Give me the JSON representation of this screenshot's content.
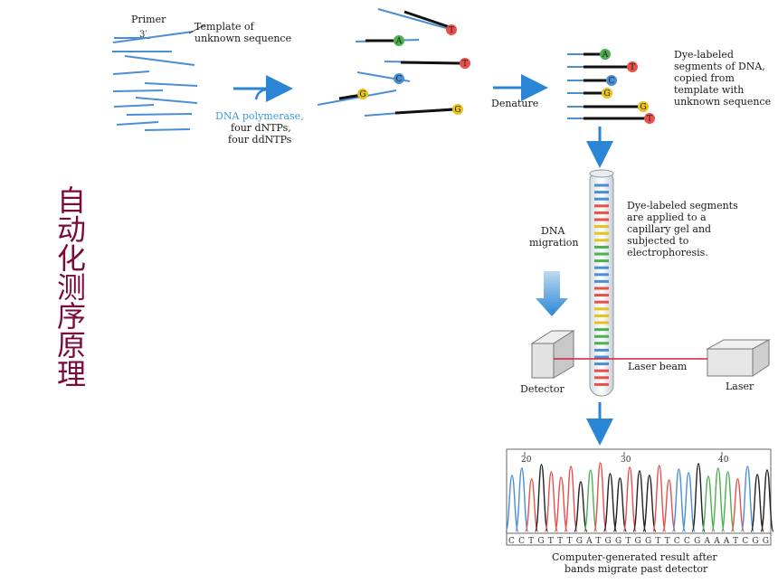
{
  "side_title": "自动化测序原理",
  "labels": {
    "primer": "Primer",
    "three_prime": "3′",
    "template_of": "Template of",
    "unknown_sequence": "unknown sequence",
    "dna_polymerase": "DNA polymerase,",
    "four_dntps": "four dNTPs,",
    "four_ddntps": "four ddNTPs",
    "denature": "Denature",
    "dye_labeled_1": "Dye-labeled",
    "dye_labeled_2": "segments of DNA,",
    "dye_labeled_3": "copied from",
    "dye_labeled_4": "template with",
    "dye_labeled_5": "unknown sequence",
    "applied_1": "Dye-labeled segments",
    "applied_2": "are applied to a",
    "applied_3": "capillary gel and",
    "applied_4": "subjected to",
    "applied_5": "electrophoresis.",
    "dna": "DNA",
    "migration": "migration",
    "detector": "Detector",
    "laser_beam": "Laser beam",
    "laser": "Laser",
    "result_1": "Computer-generated result after",
    "result_2": "bands migrate past detector"
  },
  "nucleotides": {
    "A": "A",
    "T": "T",
    "C": "C",
    "G": "G"
  },
  "trace": {
    "tick_labels": [
      "20",
      "30",
      "40"
    ],
    "sequence": "CCTGTTTGATGGTGGTTCCGAAATCGG"
  },
  "colors": {
    "template_strand": "#4a8fd6",
    "arrow": "#2a86d4",
    "title": "#7a0a3a",
    "A": "#4caf50",
    "T": "#e8504a",
    "C": "#4a8fd6",
    "G": "#e6c21a",
    "laser_beam": "#d6213a"
  }
}
